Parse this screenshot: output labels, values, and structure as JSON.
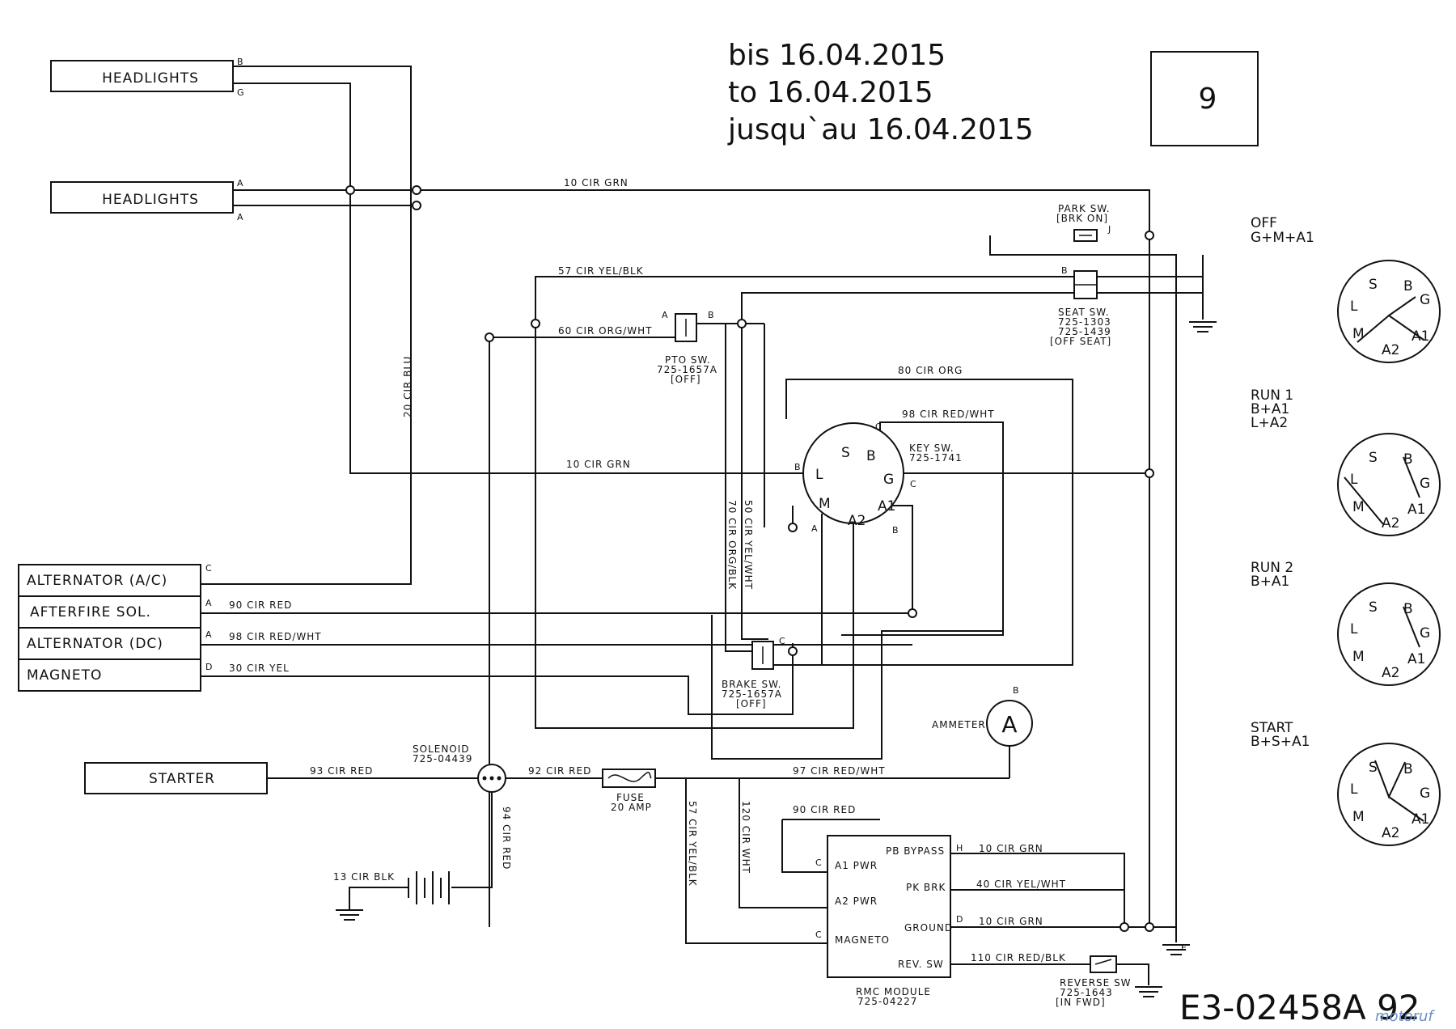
{
  "header": {
    "date_de": "bis 16.04.2015",
    "date_en": "to 16.04.2015",
    "date_fr": "jusqu`au 16.04.2015",
    "page_number": "9"
  },
  "components": {
    "headlights_1": "HEADLIGHTS",
    "headlights_2": "HEADLIGHTS",
    "alternator_ac": "ALTERNATOR (A/C)",
    "afterfire_sol": "AFTERFIRE SOL.",
    "alternator_dc": "ALTERNATOR (DC)",
    "magneto": "MAGNETO",
    "starter": "STARTER",
    "ammeter": "AMMETER",
    "ammeter_symbol": "A",
    "fuse": [
      "FUSE",
      "20 AMP"
    ],
    "solenoid": [
      "SOLENOID",
      "725-04439"
    ],
    "park_sw": [
      "PARK SW.",
      "[BRK ON]"
    ],
    "seat_sw": [
      "SEAT SW.",
      "725-1303",
      "725-1439",
      "[OFF SEAT]"
    ],
    "pto_sw": [
      "PTO SW.",
      "725-1657A",
      "[OFF]"
    ],
    "key_sw": [
      "KEY SW.",
      "725-1741"
    ],
    "brake_sw": [
      "BRAKE SW.",
      "725-1657A",
      "[OFF]"
    ],
    "reverse_sw": [
      "REVERSE SW",
      "725-1643",
      "[IN FWD]"
    ],
    "rmc_module": [
      "RMC MODULE",
      "725-04227"
    ]
  },
  "rmc_terminals": {
    "a1_pwr": "A1 PWR",
    "a2_pwr": "A2 PWR",
    "magneto": "MAGNETO",
    "pb_bypass": "PB BYPASS",
    "pk_brk": "PK BRK",
    "ground": "GROUND",
    "rev_sw": "REV. SW"
  },
  "key_terminals": {
    "s": "S",
    "b": "B",
    "l": "L",
    "g": "G",
    "m": "M",
    "a1": "A1",
    "a2": "A2"
  },
  "wires": {
    "w10_top": "10 CIR GRN",
    "w57_top": "57 CIR YEL/BLK",
    "w60": "60 CIR ORG/WHT",
    "w80": "80 CIR ORG",
    "w98_top": "98 CIR RED/WHT",
    "w10_mid": "10 CIR GRN",
    "w20": "20 CIR BLU",
    "w70": "70 CIR ORG/BLK",
    "w50": "50 CIR YEL/WHT",
    "w90_left": "90 CIR RED",
    "w98_left": "98 CIR RED/WHT",
    "w30": "30 CIR YEL",
    "w93": "93 CIR RED",
    "w92": "92 CIR RED",
    "w97": "97 CIR RED/WHT",
    "w94": "94 CIR RED",
    "w13": "13 CIR BLK",
    "w57_vert": "57 CIR YEL/BLK",
    "w120": "120 CIR WHT",
    "w90_rmc": "90 CIR RED",
    "w10_rmc1": "10 CIR GRN",
    "w40": "40 CIR YEL/WHT",
    "w10_rmc2": "10 CIR GRN",
    "w110": "110 CIR RED/BLK"
  },
  "pins": {
    "hl1_b": "B",
    "hl1_g": "G",
    "hl2_a1": "A",
    "hl2_a2": "A",
    "alt_ac_c": "C",
    "aft_a": "A",
    "alt_dc_a": "A",
    "mag_d": "D",
    "pto_a": "A",
    "pto_b": "B",
    "park_j": "J",
    "seat_b": "B",
    "key_c": "C",
    "key_b_left": "B",
    "key_c_right": "C",
    "key_a": "A",
    "key_b_bottom": "B",
    "brake_c": "C",
    "ammeter_b": "B",
    "rmc_c1": "C",
    "rmc_c2": "C",
    "rmc_h": "H",
    "rmc_d": "D",
    "ground_e": "E"
  },
  "switch_positions": [
    {
      "title": "OFF",
      "combo": "G+M+A1"
    },
    {
      "title": "RUN 1",
      "combo": "B+A1",
      "combo2": "L+A2"
    },
    {
      "title": "RUN 2",
      "combo": "B+A1"
    },
    {
      "title": "START",
      "combo": "B+S+A1"
    }
  ],
  "dial_labels": {
    "s": "S",
    "b": "B",
    "l": "L",
    "g": "G",
    "m": "M",
    "a1": "A1",
    "a2": "A2"
  },
  "footer": {
    "part_number": "E3-02458A 92",
    "watermark": "motoruf"
  }
}
